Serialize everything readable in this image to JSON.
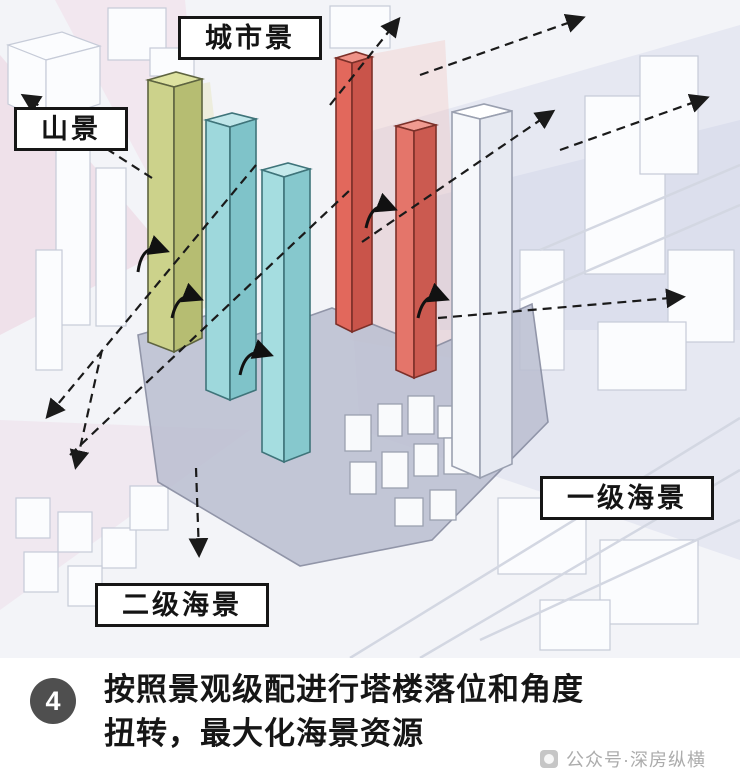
{
  "diagram": {
    "labels": {
      "city_view": "城市景",
      "mountain_view": "山景",
      "sea_view_primary": "一级海景",
      "sea_view_secondary": "二级海景"
    },
    "colors": {
      "background": "#f3f4f8",
      "tower_green": "#ccd28b",
      "tower_cyan": "#9ed8dc",
      "tower_red": "#e2685c",
      "tower_white": "#f6f8fb",
      "podium_gray": "#bcc0d2",
      "view_cone_pink": "#ecc9da",
      "view_cone_lavender": "#d6d9ea",
      "arrow_black": "#1a1a1a"
    }
  },
  "caption": {
    "number": "4",
    "line1": "按照景观级配进行塔楼落位和角度",
    "line2": "扭转，最大化海景资源"
  },
  "watermark": {
    "text": "公众号·深房纵横"
  }
}
